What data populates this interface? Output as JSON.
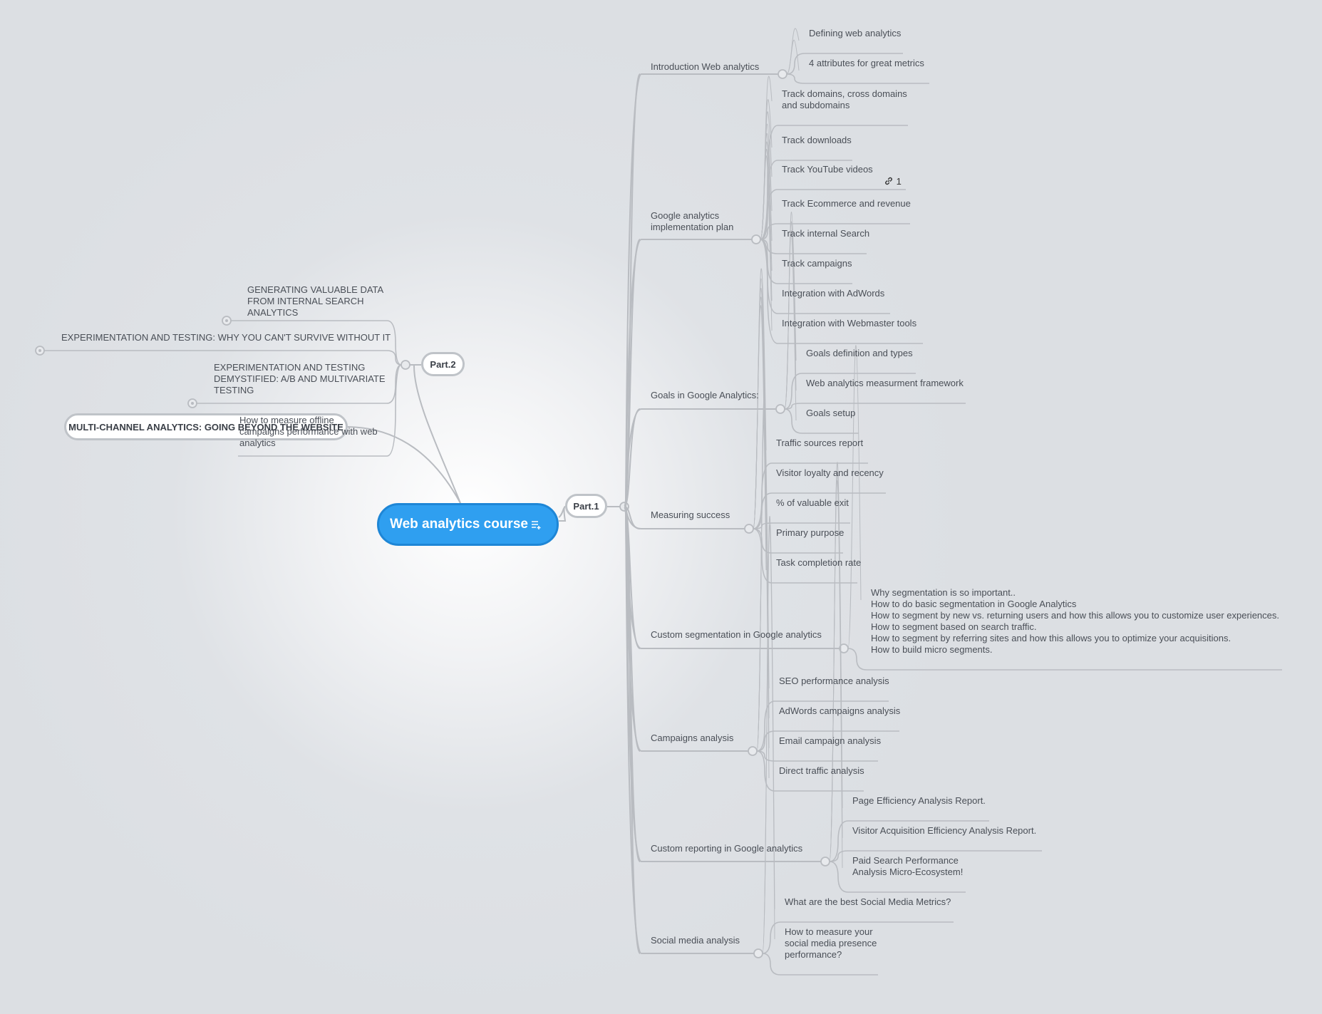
{
  "root": {
    "label": "Web analytics course"
  },
  "part1": {
    "label": "Part.1",
    "topics": [
      {
        "label": "Introduction Web analytics",
        "children": [
          "Defining web analytics",
          "4 attributes for great metrics"
        ]
      },
      {
        "label": "Google analytics\nimplementation plan",
        "children": [
          "Track domains, cross domains\nand subdomains",
          "Track downloads",
          "Track YouTube videos",
          "Track Ecommerce and revenue",
          "Track internal Search",
          "Track campaigns",
          "Integration with AdWords",
          "Integration with Webmaster tools"
        ]
      },
      {
        "label": "Goals in Google Analytics:",
        "children": [
          "Goals definition and types",
          "Web analytics measurment framework",
          "Goals setup"
        ]
      },
      {
        "label": "Measuring success",
        "children": [
          "Traffic sources report",
          "Visitor loyalty and recency",
          "% of valuable exit",
          "Primary purpose",
          "Task completion rate"
        ]
      },
      {
        "label": "Custom segmentation in Google analytics",
        "children": [
          "Why segmentation is so important..\nHow to do basic segmentation in Google Analytics\nHow to segment by new vs. returning users and how this allows you to customize user experiences.\nHow to segment based on search traffic.\nHow to segment by referring sites and how this allows you to optimize your acquisitions.\nHow to build micro segments."
        ]
      },
      {
        "label": "Campaigns analysis",
        "children": [
          "SEO performance analysis",
          "AdWords campaigns analysis",
          "Email campaign analysis",
          "Direct traffic analysis"
        ]
      },
      {
        "label": "Custom reporting in Google analytics",
        "children": [
          "Page Efficiency Analysis Report.",
          "Visitor Acquisition Efficiency Analysis Report.",
          "Paid Search Performance\nAnalysis Micro-Ecosystem!"
        ]
      },
      {
        "label": "Social media analysis",
        "children": [
          "What are the best Social Media Metrics?",
          "How to measure your\nsocial media presence\nperformance?"
        ]
      }
    ]
  },
  "youtube_link_count": "1",
  "part2": {
    "label": "Part.2",
    "topics": [
      "GENERATING VALUABLE DATA\nFROM INTERNAL SEARCH\nANALYTICS",
      "EXPERIMENTATION AND TESTING: WHY YOU CAN'T SURVIVE WITHOUT IT",
      "EXPERIMENTATION AND TESTING\nDEMYSTIFIED: A/B AND MULTIVARIATE\nTESTING",
      "How to measure offline\ncampaigns performance with web\nanalytics"
    ]
  },
  "floating": {
    "label": "MULTI-CHANNEL ANALYTICS: GOING BEYOND THE WEBSITE"
  },
  "colors": {
    "root_fill": "#2f9ff0",
    "line": "#b9bcc1",
    "text": "#4a4f57"
  },
  "icons": {
    "root_notes": "notes-icon",
    "link": "link-icon",
    "collapse": "collapse-dot-icon"
  }
}
